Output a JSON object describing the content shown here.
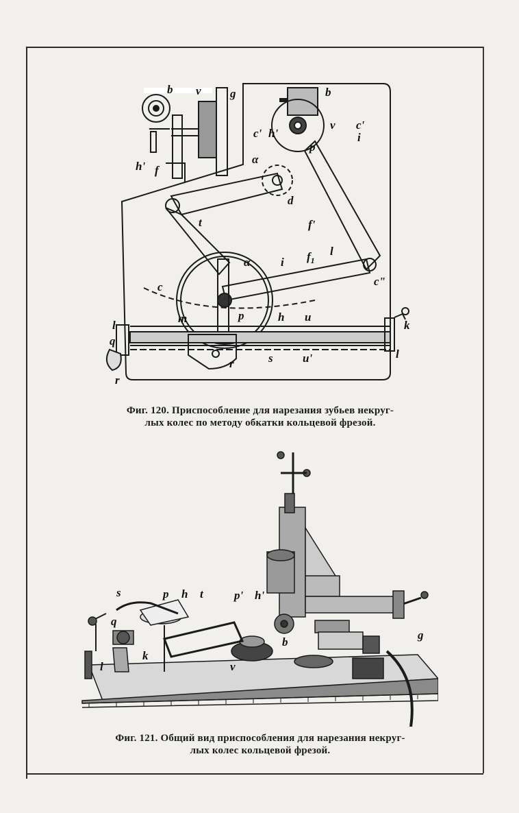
{
  "figure120": {
    "caption_line1": "Фиг. 120. Приспособление для нарезания зубьев некруг-",
    "caption_line2": "лых колес по методу обкатки кольцевой фрезой.",
    "labels": {
      "b_small": "b",
      "v_small": "v",
      "g_small": "g",
      "h_prime_small": "h'",
      "f_small": "f",
      "b": "b",
      "c_prime_left": "c'",
      "h_prime": "h'",
      "v": "v",
      "c_prime_right": "c'",
      "i_top": "i",
      "p_top": "p",
      "alpha_top": "α",
      "d": "d",
      "t": "t",
      "f_prime": "f'",
      "f1": "f",
      "f1_sub": "1",
      "l_mid": "l",
      "c_double_prime": "c\"",
      "alpha": "α",
      "i": "i",
      "c": "c",
      "p": "p",
      "h": "h",
      "m": "m",
      "u": "u",
      "k": "k",
      "l_left": "l",
      "q": "q",
      "r_left": "r",
      "r": "r",
      "s": "s",
      "u_prime": "u'",
      "l_right": "l"
    }
  },
  "figure121": {
    "caption_line1": "Фиг. 121. Общий вид приспособления для нарезания некруг-",
    "caption_line2": "лых колес кольцевой фрезой.",
    "labels": {
      "s": "s",
      "p": "p",
      "h": "h",
      "t": "t",
      "p_prime": "p'",
      "h_prime": "h'",
      "q": "q",
      "k": "k",
      "l": "l",
      "b": "b",
      "v": "v",
      "g": "g"
    }
  }
}
